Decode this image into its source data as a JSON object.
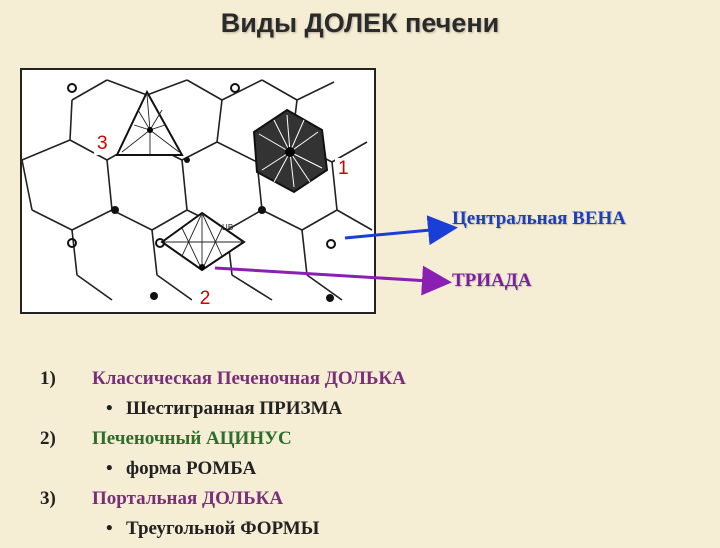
{
  "title": "Виды ДОЛЕК печени",
  "diagram": {
    "markers": [
      "3",
      "1",
      "2"
    ],
    "inner_label": "ЦВ"
  },
  "callouts": {
    "central_vein": "Центральная ВЕНА",
    "triad": "ТРИАДА"
  },
  "colors": {
    "central_vein_arrow": "#1a3fd6",
    "triad_arrow": "#8a1fb3",
    "item_name_purple": "#7a2f7a",
    "item_name_green": "#2c6e2c",
    "marker_red": "#d40000"
  },
  "legend": [
    {
      "num": "1)",
      "name": "Классическая Печеночная ДОЛЬКА",
      "sub": "Шестигранная ПРИЗМА"
    },
    {
      "num": "2)",
      "name": "Печеночный АЦИНУС",
      "sub": "форма РОМБА"
    },
    {
      "num": "3)",
      "name": "Портальная ДОЛЬКА",
      "sub": "Треугольной ФОРМЫ"
    }
  ]
}
